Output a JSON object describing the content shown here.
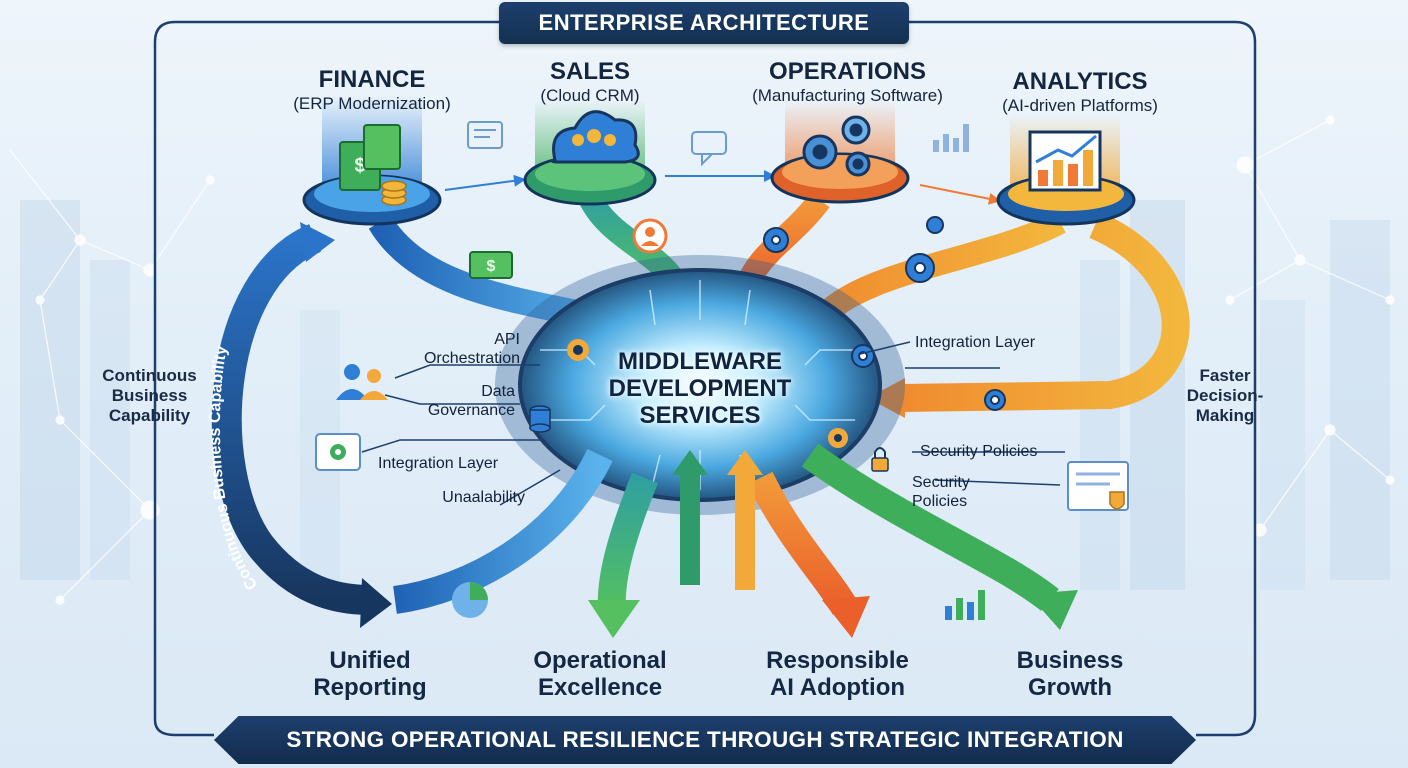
{
  "header": {
    "title": "ENTERPRISE ARCHITECTURE"
  },
  "departments": [
    {
      "name": "FINANCE",
      "subtitle": "(ERP Modernization)"
    },
    {
      "name": "SALES",
      "subtitle": "(Cloud CRM)"
    },
    {
      "name": "OPERATIONS",
      "subtitle": "(Manufacturing Software)"
    },
    {
      "name": "ANALYTICS",
      "subtitle": "(AI-driven Platforms)"
    }
  ],
  "hub": {
    "line1": "MIDDLEWARE",
    "line2": "DEVELOPMENT",
    "line3": "SERVICES"
  },
  "left_labels": {
    "api_1": "API",
    "api_2": "Orchestration",
    "data_1": "Data",
    "data_2": "Governance",
    "integration": "Integration Layer",
    "unaalability": "Unaalability"
  },
  "right_labels": {
    "integration": "Integration Layer",
    "security_1": "Security Policies",
    "security_2a": "Security",
    "security_2b": "Policies"
  },
  "side_left": {
    "line1": "Continuous",
    "line2": "Business",
    "line3": "Capability"
  },
  "side_right": {
    "line1": "Faster",
    "line2": "Decision-",
    "line3": "Making"
  },
  "loop_arrow_text": "Continuous Business Capability",
  "outcomes": [
    {
      "line1": "Unified",
      "line2": "Reporting"
    },
    {
      "line1": "Operational",
      "line2": "Excellence"
    },
    {
      "line1": "Responsible",
      "line2": "AI Adoption"
    },
    {
      "line1": "Business",
      "line2": "Growth"
    }
  ],
  "footer": {
    "banner": "STRONG OPERATIONAL RESILIENCE THROUGH STRATEGIC INTEGRATION"
  },
  "colors": {
    "finance": "#2f7fd6",
    "sales": "#3fae5a",
    "operations": "#f07a35",
    "analytics": "#f2a93a",
    "navy": "#17365f",
    "glow": "#7fd3ff"
  },
  "icons": [
    "money-icon",
    "coin-stack-icon",
    "cloud-users-icon",
    "gears-icon",
    "bar-chart-icon",
    "users-icon",
    "gear-icon",
    "database-icon",
    "lock-icon",
    "shield-check-icon",
    "pie-chart-icon",
    "dollar-bill-icon",
    "chat-bubble-icon",
    "document-icon"
  ]
}
